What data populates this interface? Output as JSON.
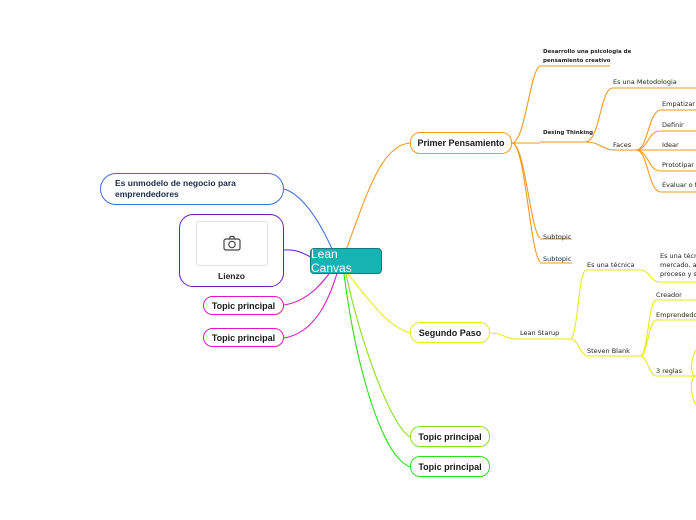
{
  "central": "Lean Canvas",
  "left": {
    "note": [
      "Es unmodelo de negocio para",
      "emprendedores"
    ],
    "image_caption": "Lienzo",
    "image_icon": "camera-icon",
    "topic_1": "Topic principal",
    "topic_2": "Topic principal"
  },
  "primer": {
    "label": "Primer Pensamiento",
    "desarrollo": [
      "Desarrollo una psicologia de",
      "pensamiento creativo"
    ],
    "design_thinking": "Desing Thinking",
    "metodologia": "Es una Metodologia",
    "faces": "Faces",
    "faces_items": [
      "Empatizar",
      "Definir",
      "Idear",
      "Prototipar",
      "Evaluar o te"
    ],
    "subtopic_1": "Subtopic",
    "subtopic_2": "Subtopic"
  },
  "segundo": {
    "label": "Segundo Paso",
    "lean_startup": "Lean Starup",
    "tecnica": "Es una técnica",
    "tecnica_desc": [
      "Es una técnic",
      "mercado, acc",
      "proceso y se"
    ],
    "steven_blank": "Steven Blank",
    "creador": "Creador",
    "emprendedor": "Emprendedor,",
    "reglas": "3 reglas"
  },
  "bottom": {
    "topic_1": "Topic principal",
    "topic_2": "Topic principal"
  },
  "colors": {
    "central": "#17b3b3",
    "note_branch": "#3b6fd8",
    "image_branch": "#6a20c9",
    "magenta_branch": "#e016c9",
    "primer_branch": "#f39a1e",
    "segundo_branch": "#eaea18",
    "green_branch_1": "#8ce01c",
    "green_branch_2": "#2ee01a"
  }
}
